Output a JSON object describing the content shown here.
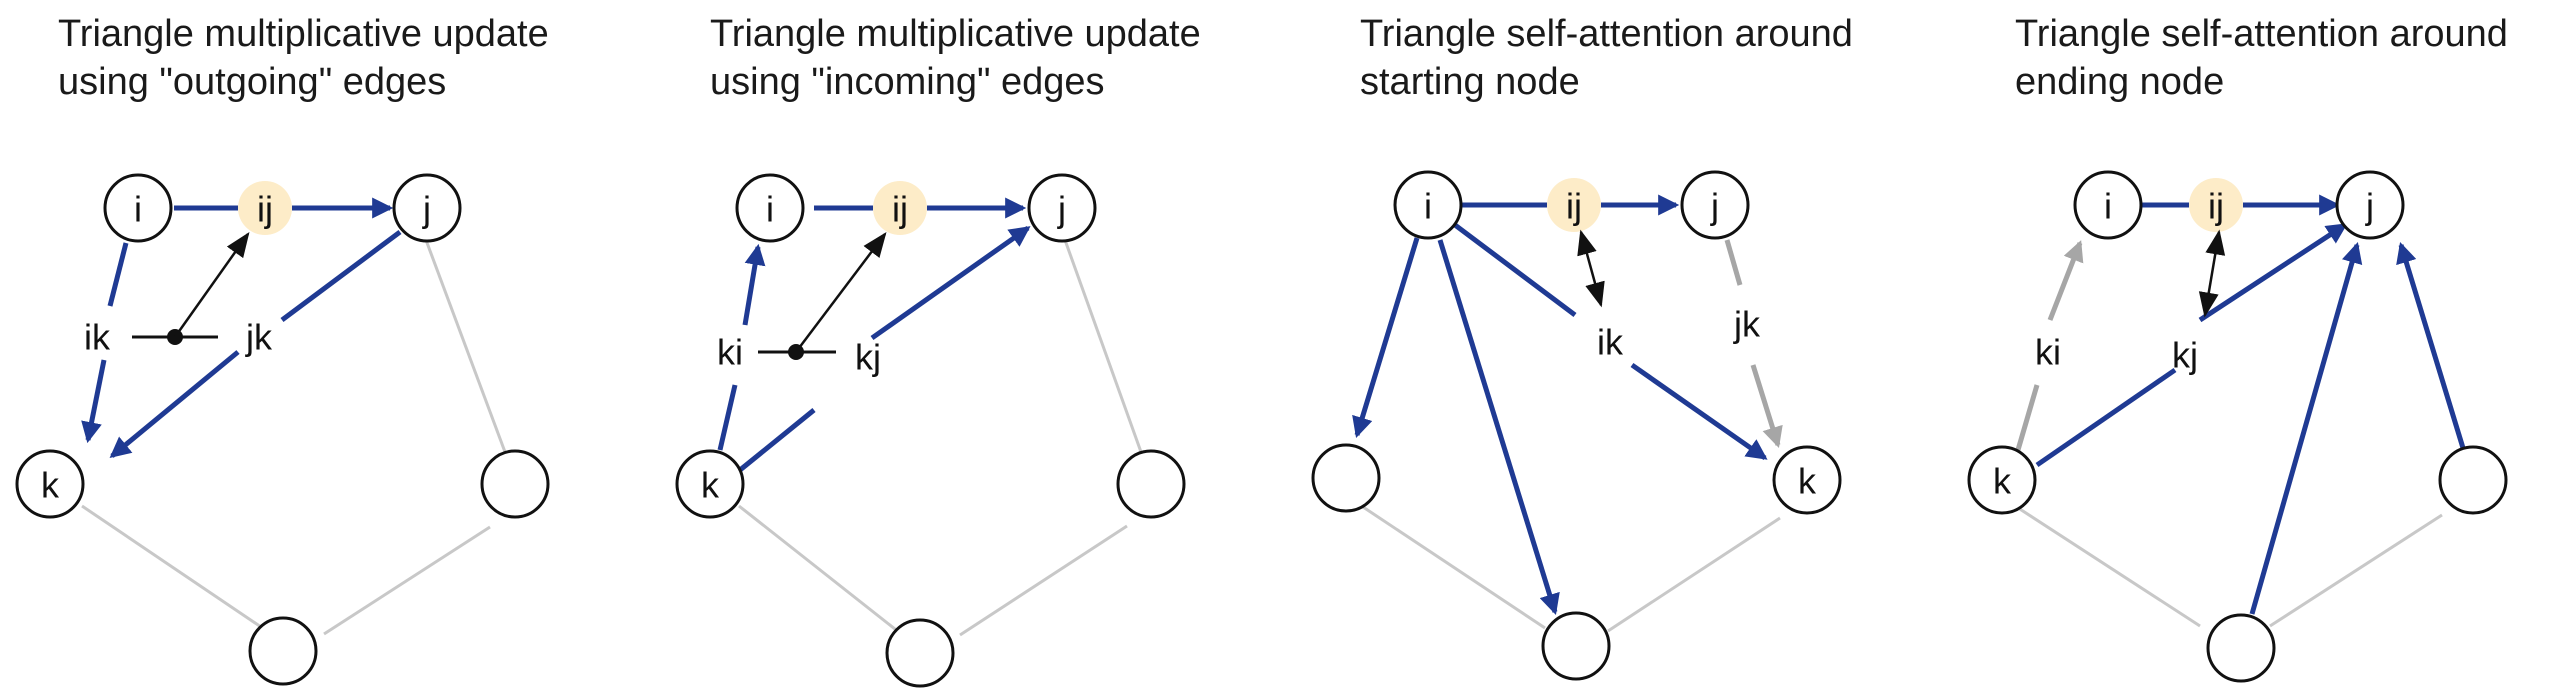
{
  "colors": {
    "blue": "#1f3a93",
    "gray": "#a6a6a6",
    "light": "#c8c8c8",
    "highlight": "#fdecc8",
    "black": "#111111"
  },
  "panels": [
    {
      "title": [
        "Triangle multiplicative update",
        "using \"outgoing\" edges"
      ],
      "labels": {
        "i": "i",
        "ij": "ij",
        "j": "j",
        "k": "k",
        "e1": "ik",
        "e2": "jk"
      }
    },
    {
      "title": [
        "Triangle multiplicative update",
        "using \"incoming\" edges"
      ],
      "labels": {
        "i": "i",
        "ij": "ij",
        "j": "j",
        "k": "k",
        "e1": "ki",
        "e2": "kj"
      }
    },
    {
      "title": [
        "Triangle self-attention around",
        "starting node"
      ],
      "labels": {
        "i": "i",
        "ij": "ij",
        "j": "j",
        "k": "k",
        "e1": "ik",
        "e2": "jk"
      }
    },
    {
      "title": [
        "Triangle self-attention around",
        "ending node"
      ],
      "labels": {
        "i": "i",
        "ij": "ij",
        "j": "j",
        "k": "k",
        "e1": "ki",
        "e2": "kj"
      }
    }
  ]
}
